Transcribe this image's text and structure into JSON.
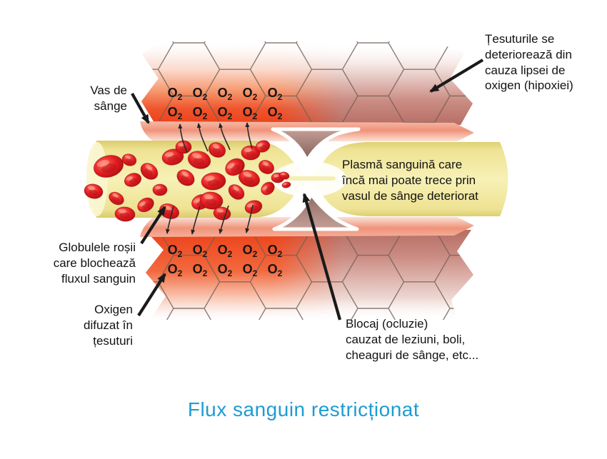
{
  "title": {
    "text": "Flux sanguin restricționat",
    "color": "#1e9cd2"
  },
  "labels": {
    "vessel": "Vas de\nsânge",
    "tissues": "Țesuturile se\ndeteriorează din\ncauza lipsei de\noxigen (hipoxiei)",
    "plasma": "Plasmă sanguină care\nîncă mai poate trece prin\nvasul de sânge deteriorat",
    "rbc": "Globulele roșii\ncare blochează\nfluxul sanguin",
    "oxygen_diffused": "Oxigen\ndifuzat în\nțesuturi",
    "blockage": "Blocaj (ocluzie)\ncauzat de leziuni, boli,\ncheaguri de sânge, etc..."
  },
  "oxygen_molecule": {
    "symbol": "O",
    "subscript": "2",
    "top_grid": {
      "rows": 2,
      "cols": 5
    },
    "bottom_grid": {
      "rows": 2,
      "cols": 5
    }
  },
  "colors": {
    "title_blue": "#1e9cd2",
    "label_text": "#121212",
    "oxygen_text": "#151515",
    "tissue_oxygenated": "#ed4018",
    "tissue_hypoxic": "#b66d64",
    "vessel_wall_salmon": "#f0937a",
    "plasma_yellow": "#f3ecaa",
    "red_blood_cell": "#e01b21",
    "occlusion_taupe": "#8a6660",
    "arrow_black": "#1a1a1a"
  }
}
